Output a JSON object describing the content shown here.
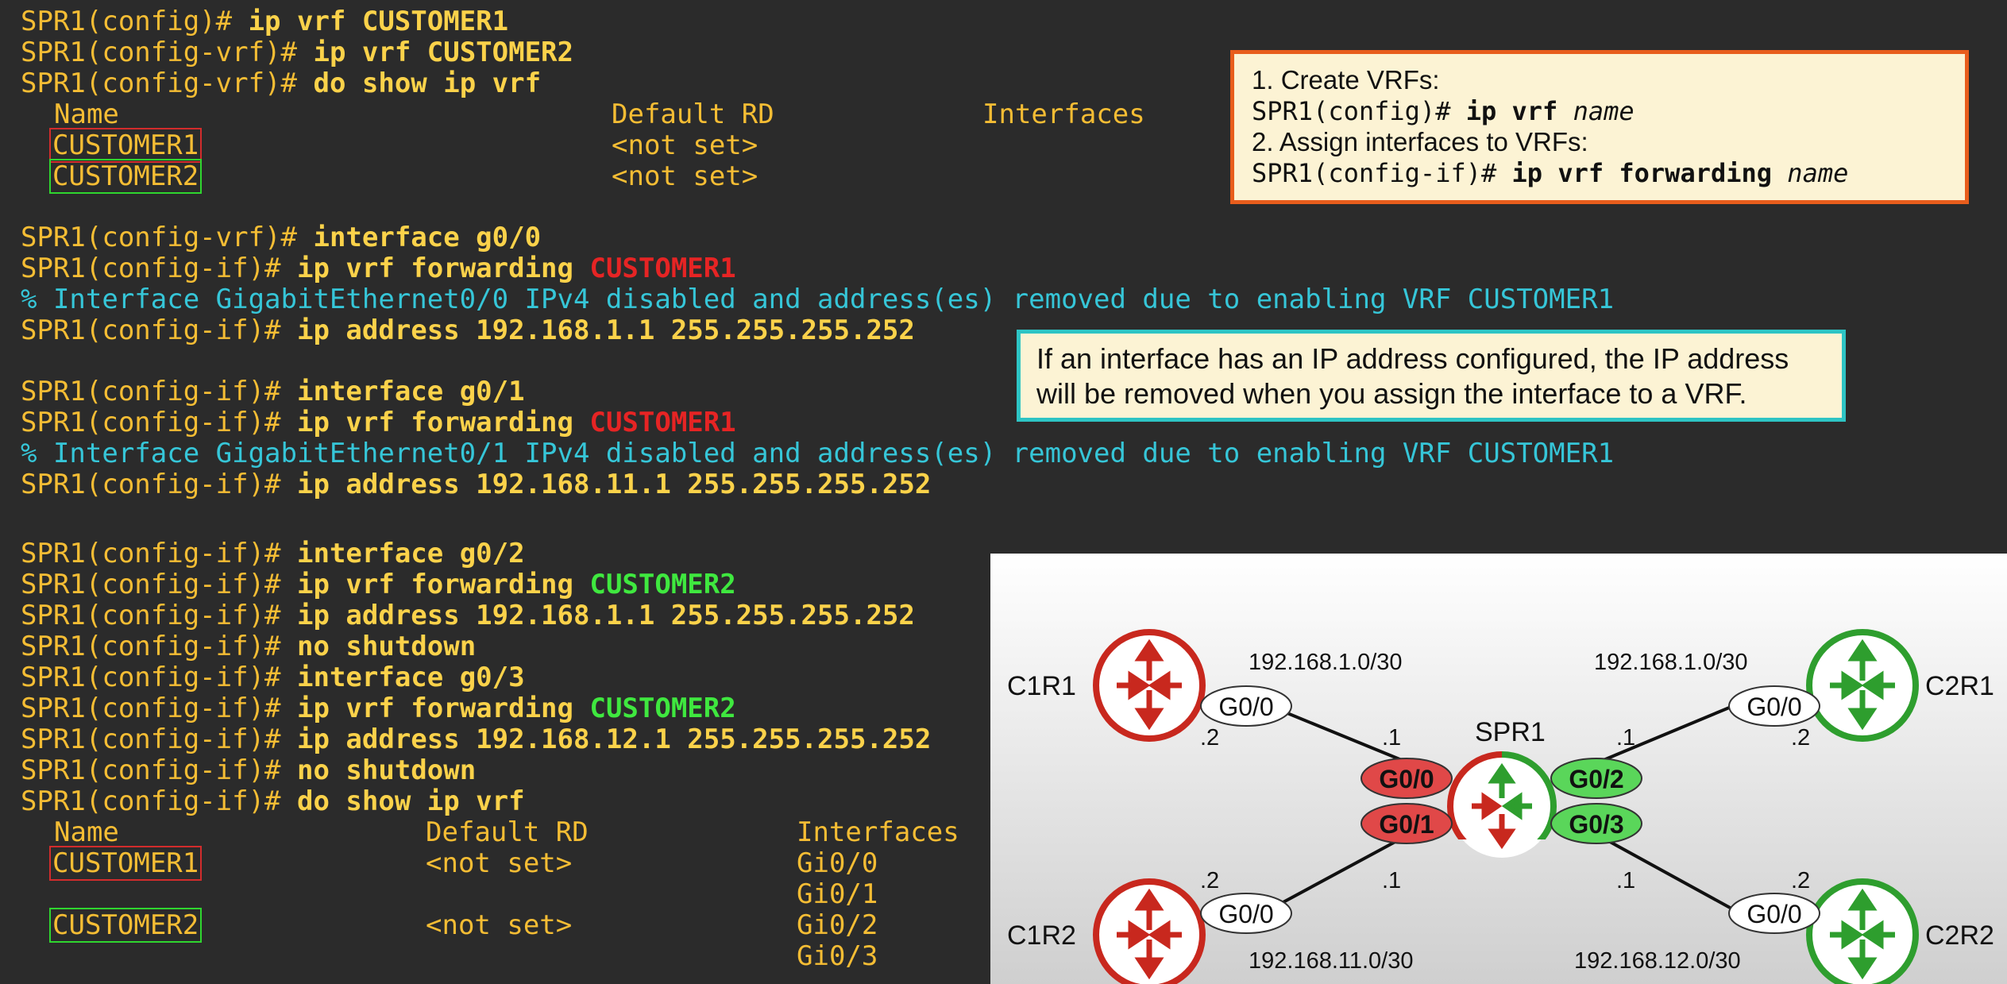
{
  "terminal": {
    "l1_prompt": "SPR1(config)# ",
    "l1_cmd": "ip vrf CUSTOMER1",
    "l2_prompt": "SPR1(config-vrf)# ",
    "l2_cmd": "ip vrf CUSTOMER2",
    "l3_prompt": "SPR1(config-vrf)# ",
    "l3_cmd": "do show ip vrf",
    "t1_h_name": "Name",
    "t1_h_rd": "Default RD",
    "t1_h_intf": "Interfaces",
    "t1_r1_name": "CUSTOMER1",
    "t1_r1_rd": "<not set>",
    "t1_r2_name": "CUSTOMER2",
    "t1_r2_rd": "<not set>",
    "l7_prompt": "SPR1(config-vrf)# ",
    "l7_cmd": "interface g0/0",
    "l8_prompt": "SPR1(config-if)# ",
    "l8_cmd": "ip vrf forwarding ",
    "l8_vrf": "CUSTOMER1",
    "l9_msg": "% Interface GigabitEthernet0/0 IPv4 disabled and address(es) removed due to enabling VRF CUSTOMER1",
    "l10_prompt": "SPR1(config-if)# ",
    "l10_cmd": "ip address 192.168.1.1 255.255.255.252",
    "l12_prompt": "SPR1(config-if)# ",
    "l12_cmd": "interface g0/1",
    "l13_prompt": "SPR1(config-if)# ",
    "l13_cmd": "ip vrf forwarding ",
    "l13_vrf": "CUSTOMER1",
    "l14_msg": "% Interface GigabitEthernet0/1 IPv4 disabled and address(es) removed due to enabling VRF CUSTOMER1",
    "l15_prompt": "SPR1(config-if)# ",
    "l15_cmd": "ip address 192.168.11.1 255.255.255.252",
    "l18_prompt": "SPR1(config-if)# ",
    "l18_cmd": "interface g0/2",
    "l19_prompt": "SPR1(config-if)# ",
    "l19_cmd": "ip vrf forwarding ",
    "l19_vrf": "CUSTOMER2",
    "l20_prompt": "SPR1(config-if)# ",
    "l20_cmd": "ip address 192.168.1.1 255.255.255.252",
    "l21_prompt": "SPR1(config-if)# ",
    "l21_cmd": "no shutdown",
    "l22_prompt": "SPR1(config-if)# ",
    "l22_cmd": "interface g0/3",
    "l23_prompt": "SPR1(config-if)# ",
    "l23_cmd": "ip vrf forwarding ",
    "l23_vrf": "CUSTOMER2",
    "l24_prompt": "SPR1(config-if)# ",
    "l24_cmd": "ip address 192.168.12.1 255.255.255.252",
    "l25_prompt": "SPR1(config-if)# ",
    "l25_cmd": "no shutdown",
    "l26_prompt": "SPR1(config-if)# ",
    "l26_cmd": "do show ip vrf",
    "t2_h_name": "Name",
    "t2_h_rd": "Default RD",
    "t2_h_intf": "Interfaces",
    "t2_r1_name": "CUSTOMER1",
    "t2_r1_rd": "<not set>",
    "t2_r1_i1": "Gi0/0",
    "t2_r1_i2": "Gi0/1",
    "t2_r2_name": "CUSTOMER2",
    "t2_r2_rd": "<not set>",
    "t2_r2_i1": "Gi0/2",
    "t2_r2_i2": "Gi0/3"
  },
  "note1": {
    "step1": "1. Create VRFs:",
    "step1_prompt": "SPR1(config)# ",
    "step1_cmd": "ip vrf ",
    "step1_arg": "name",
    "step2": "2. Assign interfaces to VRFs:",
    "step2_prompt": "SPR1(config-if)# ",
    "step2_cmd": "ip vrf forwarding ",
    "step2_arg": "name"
  },
  "note2": {
    "text": "If an interface has an IP address configured, the IP address will be removed when you assign the interface to a VRF."
  },
  "diagram": {
    "c1r1": "C1R1",
    "c1r2": "C1R2",
    "c2r1": "C2R1",
    "c2r2": "C2R2",
    "spr1": "SPR1",
    "net_c1r1": "192.168.1.0/30",
    "net_c2r1": "192.168.1.0/30",
    "net_c1r2": "192.168.11.0/30",
    "net_c2r2": "192.168.12.0/30",
    "c1r1_if": "G0/0",
    "c1r2_if": "G0/0",
    "c2r1_if": "G0/0",
    "c2r2_if": "G0/0",
    "spr1_g00": "G0/0",
    "spr1_g01": "G0/1",
    "spr1_g02": "G0/2",
    "spr1_g03": "G0/3",
    "ip_c1r1": ".2",
    "ip_c1r2": ".2",
    "ip_c2r1": ".2",
    "ip_c2r2": ".2",
    "ip_spr_g00": ".1",
    "ip_spr_g01": ".1",
    "ip_spr_g02": ".1",
    "ip_spr_g03": ".1",
    "colors": {
      "customer1": "#c8281e",
      "customer2": "#2e9e2e",
      "customer1_fill": "#e04848",
      "customer2_fill": "#5ad65a"
    }
  }
}
